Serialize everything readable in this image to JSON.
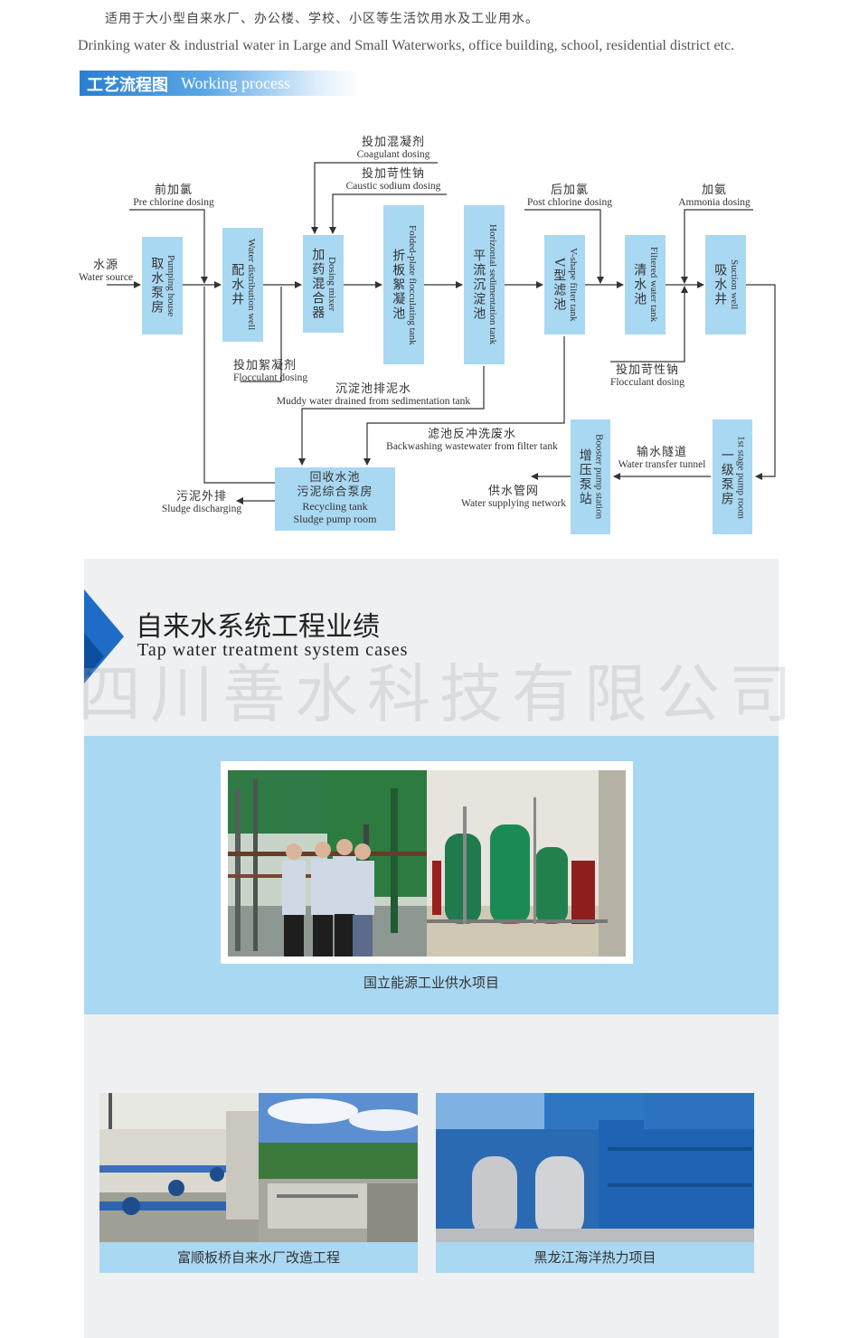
{
  "intro": {
    "cn": "适用于大小型自来水厂、办公楼、学校、小区等生活饮用水及工业用水。",
    "en": "Drinking water & industrial water in Large and Small Waterworks, office building, school, residential district etc."
  },
  "section": {
    "cn": "工艺流程图",
    "en": "Working process"
  },
  "diagram": {
    "boxes": {
      "pumping_house": {
        "cn": "取水泵房",
        "en": "Pumping house"
      },
      "distribution_well": {
        "cn": "配水井",
        "en": "Water distribution well"
      },
      "dosing_mixer": {
        "cn": "加药混合器",
        "en": "Dosing mixer"
      },
      "flocculating_tank": {
        "cn": "折板絮凝池",
        "en": "Folded-plate flocculating tank"
      },
      "sedimentation_tank": {
        "cn": "平流沉淀池",
        "en": "Horizontal sedimentation tank"
      },
      "v_filter": {
        "cn": "V型滤池",
        "en": "V-shape filter tank"
      },
      "filtered_tank": {
        "cn": "清水池",
        "en": "Filtered water tank"
      },
      "suction_well": {
        "cn": "吸水井",
        "en": "Suction well"
      },
      "first_stage_pump": {
        "cn": "一级泵房",
        "en": "1st stage pump room"
      },
      "booster_station": {
        "cn": "增压泵站",
        "en": "Booster pump station"
      },
      "recycling": {
        "cn1": "回收水池",
        "cn2": "污泥综合泵房",
        "en1": "Recycling tank",
        "en2": "Sludge pump room"
      }
    },
    "labels": {
      "water_source": {
        "cn": "水源",
        "en": "Water source"
      },
      "pre_chlorine": {
        "cn": "前加氯",
        "en": "Pre chlorine dosing"
      },
      "coagulant": {
        "cn": "投加混凝剂",
        "en": "Coagulant dosing"
      },
      "caustic": {
        "cn": "投加苛性钠",
        "en": "Caustic sodium dosing"
      },
      "post_chlorine": {
        "cn": "后加氯",
        "en": "Post chlorine dosing"
      },
      "ammonia": {
        "cn": "加氨",
        "en": "Ammonia dosing"
      },
      "flocculant1": {
        "cn": "投加絮凝剂",
        "en": "Flocculant dosing"
      },
      "muddy": {
        "cn": "沉淀池排泥水",
        "en": "Muddy water drained from sedimentation tank"
      },
      "flocculant2": {
        "cn": "投加苛性钠",
        "en": "Flocculant dosing"
      },
      "backwash": {
        "cn": "滤池反冲洗废水",
        "en": "Backwashing wastewater from filter tank"
      },
      "transfer": {
        "cn": "输水隧道",
        "en": "Water transfer tunnel"
      },
      "supply": {
        "cn": "供水管网",
        "en": "Water supplying network"
      },
      "sludge": {
        "cn": "污泥外排",
        "en": "Sludge discharging"
      }
    }
  },
  "cases": {
    "title_cn": "自来水系统工程业绩",
    "title_en": "Tap water treatment system cases",
    "watermark": "四川善水科技有限公司",
    "project1": "国立能源工业供水项目",
    "project2": "富顺板桥自来水厂改造工程",
    "project3": "黑龙江海洋热力项目"
  },
  "colors": {
    "box_fill": "#a9d8f2",
    "accent_blue": "#2b7fd0",
    "band_blue": "#a9d8f2",
    "background_gray": "#eef0f1"
  }
}
